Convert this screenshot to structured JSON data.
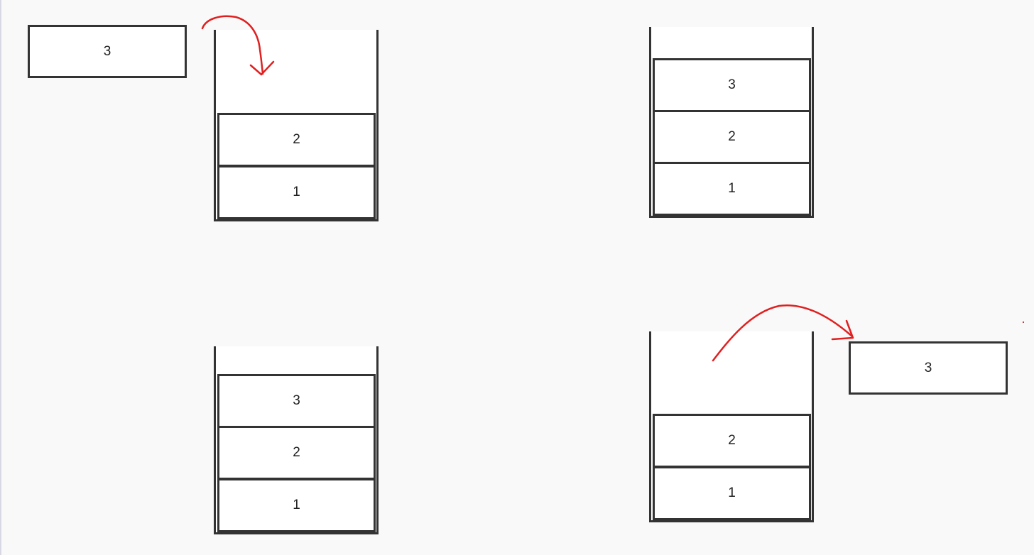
{
  "colors": {
    "background": "#f9f9f9",
    "stroke": "#333333",
    "arrow": "#e02020"
  },
  "panels": {
    "push_before": {
      "incoming_element": "3",
      "cells_top_to_bottom": [
        "2",
        "1"
      ]
    },
    "push_after": {
      "cells_top_to_bottom": [
        "3",
        "2",
        "1"
      ]
    },
    "pop_before": {
      "cells_top_to_bottom": [
        "3",
        "2",
        "1"
      ]
    },
    "pop_after": {
      "cells_top_to_bottom": [
        "2",
        "1"
      ],
      "outgoing_element": "3"
    }
  }
}
